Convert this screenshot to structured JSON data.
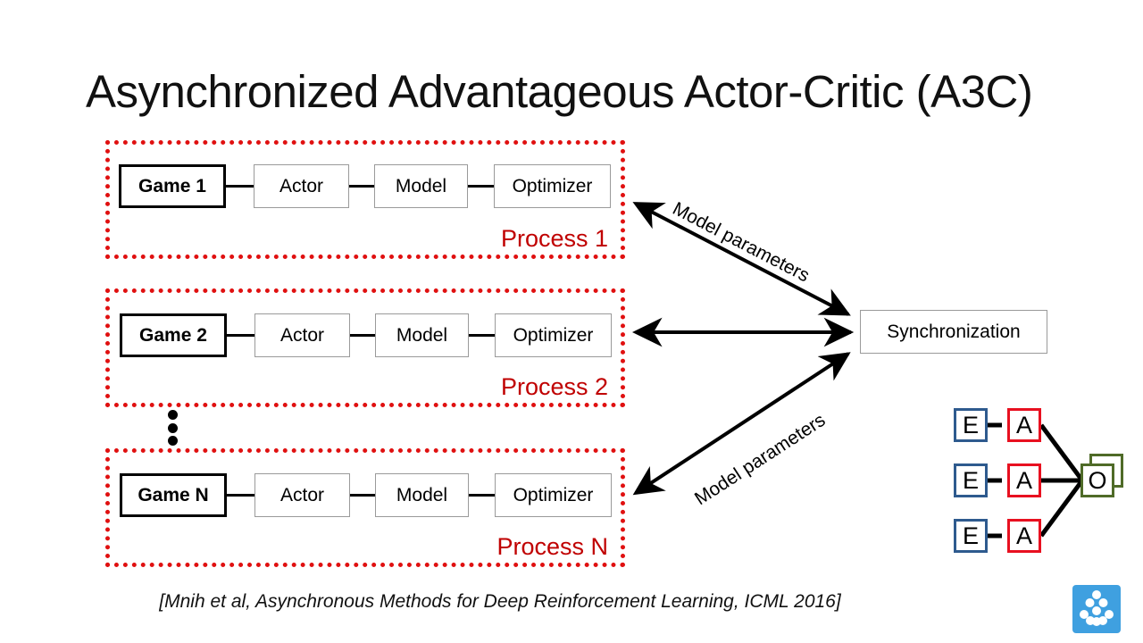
{
  "slide": {
    "title": "Asynchronized Advantageous Actor-Critic (A3C)",
    "citation": "[Mnih et al, Asynchronous Methods for Deep Reinforcement Learning, ICML 2016]",
    "background_color": "#FFFFFF"
  },
  "colors": {
    "process_border": "#E01010",
    "process_label": "#C00000",
    "node_border_strong": "#000000",
    "node_border_light": "#9A9A9A",
    "eao_encoder": "#2E5A8E",
    "eao_agent": "#E81020",
    "eao_output": "#4F6B28",
    "logo_background": "#3FA0E0"
  },
  "processes": [
    {
      "label": "Process 1",
      "nodes": [
        {
          "text": "Game 1",
          "style": "game"
        },
        {
          "text": "Actor",
          "style": "plain"
        },
        {
          "text": "Model",
          "style": "plain"
        },
        {
          "text": "Optimizer",
          "style": "plain"
        }
      ]
    },
    {
      "label": "Process 2",
      "nodes": [
        {
          "text": "Game 2",
          "style": "game"
        },
        {
          "text": "Actor",
          "style": "plain"
        },
        {
          "text": "Model",
          "style": "plain"
        },
        {
          "text": "Optimizer",
          "style": "plain"
        }
      ]
    },
    {
      "label": "Process N",
      "nodes": [
        {
          "text": "Game N",
          "style": "game"
        },
        {
          "text": "Actor",
          "style": "plain"
        },
        {
          "text": "Model",
          "style": "plain"
        },
        {
          "text": "Optimizer",
          "style": "plain"
        }
      ]
    }
  ],
  "sync": {
    "label": "Synchronization"
  },
  "arrows": [
    {
      "label": "Model parameters",
      "direction": "bidirectional",
      "from": "Process 1",
      "to": "Synchronization"
    },
    {
      "label": "",
      "direction": "bidirectional",
      "from": "Process 2",
      "to": "Synchronization"
    },
    {
      "label": "Model parameters",
      "direction": "bidirectional",
      "from": "Process N",
      "to": "Synchronization"
    }
  ],
  "eao_diagram": {
    "rows": [
      {
        "encoder": "E",
        "agent": "A"
      },
      {
        "encoder": "E",
        "agent": "A"
      },
      {
        "encoder": "E",
        "agent": "A"
      }
    ],
    "output": "O"
  },
  "ellipsis": {
    "dot_count": 3
  }
}
